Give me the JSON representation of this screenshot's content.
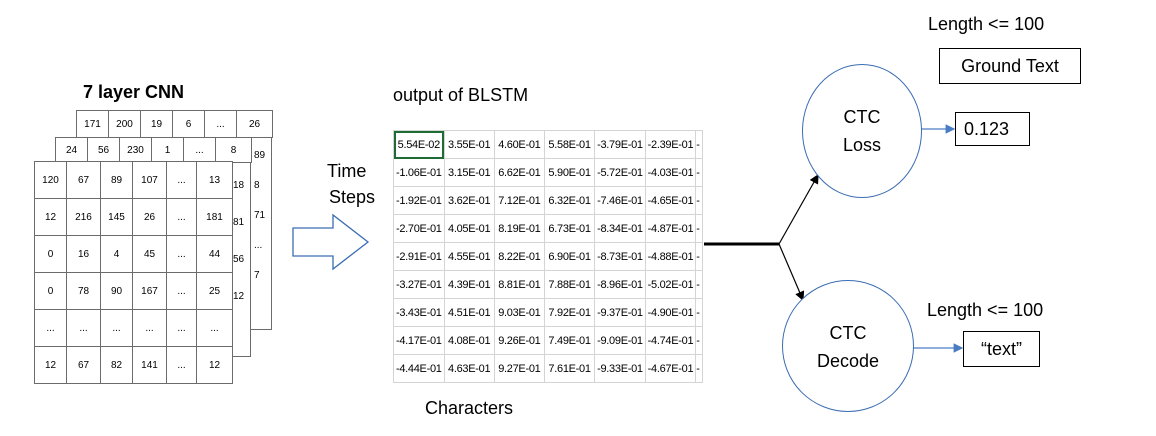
{
  "cnn": {
    "title": "7 layer CNN",
    "layer_back": [
      [
        "171",
        "200",
        "19",
        "6",
        "...",
        "26"
      ]
    ],
    "layer_middle": [
      [
        "24",
        "56",
        "230",
        "1",
        "...",
        "8"
      ]
    ],
    "layer_side_back": [
      "89",
      "8",
      "71",
      "...",
      "7"
    ],
    "layer_side_middle": [
      "18",
      "81",
      "56",
      "12"
    ],
    "layer_front": [
      [
        "120",
        "67",
        "89",
        "107",
        "...",
        "13"
      ],
      [
        "12",
        "216",
        "145",
        "26",
        "...",
        "181"
      ],
      [
        "0",
        "16",
        "4",
        "45",
        "...",
        "44"
      ],
      [
        "0",
        "78",
        "90",
        "167",
        "...",
        "25"
      ],
      [
        "...",
        "...",
        "...",
        "...",
        "...",
        "..."
      ],
      [
        "12",
        "67",
        "82",
        "141",
        "...",
        "12"
      ]
    ]
  },
  "arrow_label": {
    "line1": "Time",
    "line2": "Steps"
  },
  "blstm": {
    "title": "output of BLSTM",
    "x_label": "Characters",
    "rows": [
      [
        "5.54E-02",
        "3.55E-01",
        "4.60E-01",
        "5.58E-01",
        "-3.79E-01",
        "-2.39E-01",
        "-"
      ],
      [
        "-1.06E-01",
        "3.15E-01",
        "6.62E-01",
        "5.90E-01",
        "-5.72E-01",
        "-4.03E-01",
        "-"
      ],
      [
        "-1.92E-01",
        "3.62E-01",
        "7.12E-01",
        "6.32E-01",
        "-7.46E-01",
        "-4.65E-01",
        "-"
      ],
      [
        "-2.70E-01",
        "4.05E-01",
        "8.19E-01",
        "6.73E-01",
        "-8.34E-01",
        "-4.87E-01",
        "-"
      ],
      [
        "-2.91E-01",
        "4.55E-01",
        "8.22E-01",
        "6.90E-01",
        "-8.73E-01",
        "-4.88E-01",
        "-"
      ],
      [
        "-3.27E-01",
        "4.39E-01",
        "8.81E-01",
        "7.88E-01",
        "-8.96E-01",
        "-5.02E-01",
        "-"
      ],
      [
        "-3.43E-01",
        "4.51E-01",
        "9.03E-01",
        "7.92E-01",
        "-9.37E-01",
        "-4.90E-01",
        "-"
      ],
      [
        "-4.17E-01",
        "4.08E-01",
        "9.26E-01",
        "7.49E-01",
        "-9.09E-01",
        "-4.74E-01",
        "-"
      ],
      [
        "-4.44E-01",
        "4.63E-01",
        "9.27E-01",
        "7.61E-01",
        "-9.33E-01",
        "-4.67E-01",
        "-"
      ]
    ]
  },
  "ctc_loss": {
    "line1": "CTC",
    "line2": "Loss",
    "value": "0.123",
    "ground_label": "Ground Text",
    "length_note": "Length <= 100"
  },
  "ctc_decode": {
    "line1": "CTC",
    "line2": "Decode",
    "value": "“text”",
    "length_note": "Length <= 100"
  },
  "colors": {
    "circle_border": "#3b6db2",
    "arrow_blue": "#4a7cc4",
    "grid_border": "#6b6b6b",
    "selected_cell": "#1e6b34"
  }
}
